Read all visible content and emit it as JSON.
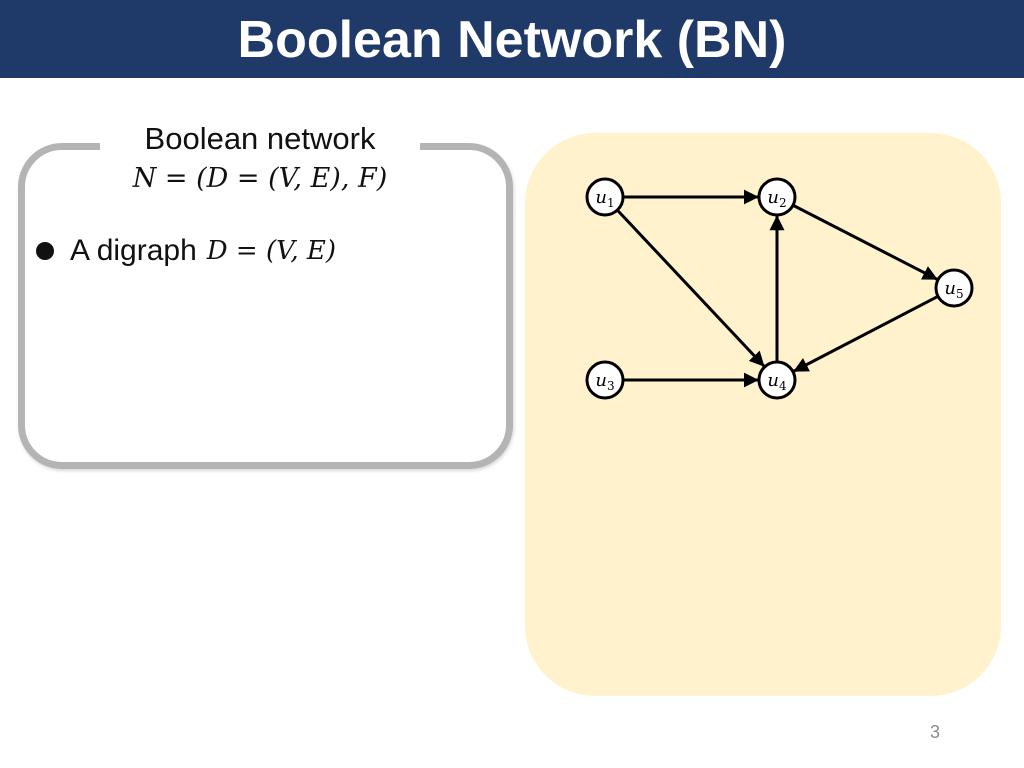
{
  "slide": {
    "title": "Boolean Network (BN)",
    "page_number": "3"
  },
  "definition_box": {
    "heading": "Boolean network",
    "formula": "N = (D = (V, E), F)",
    "bullet": {
      "label": "A digraph",
      "formula": "D = (V, E)"
    }
  },
  "graph": {
    "nodes": [
      {
        "id": "u1",
        "name": "u",
        "sub": "1"
      },
      {
        "id": "u2",
        "name": "u",
        "sub": "2"
      },
      {
        "id": "u3",
        "name": "u",
        "sub": "3"
      },
      {
        "id": "u4",
        "name": "u",
        "sub": "4"
      },
      {
        "id": "u5",
        "name": "u",
        "sub": "5"
      }
    ],
    "edges": [
      {
        "from": "u1",
        "to": "u2"
      },
      {
        "from": "u1",
        "to": "u4"
      },
      {
        "from": "u2",
        "to": "u5"
      },
      {
        "from": "u3",
        "to": "u4"
      },
      {
        "from": "u4",
        "to": "u2"
      },
      {
        "from": "u5",
        "to": "u4"
      }
    ]
  },
  "colors": {
    "title_bar": "#1f3a68",
    "title_text": "#ffffff",
    "graph_panel": "#fff2cc",
    "box_border": "#b4b4b4"
  }
}
